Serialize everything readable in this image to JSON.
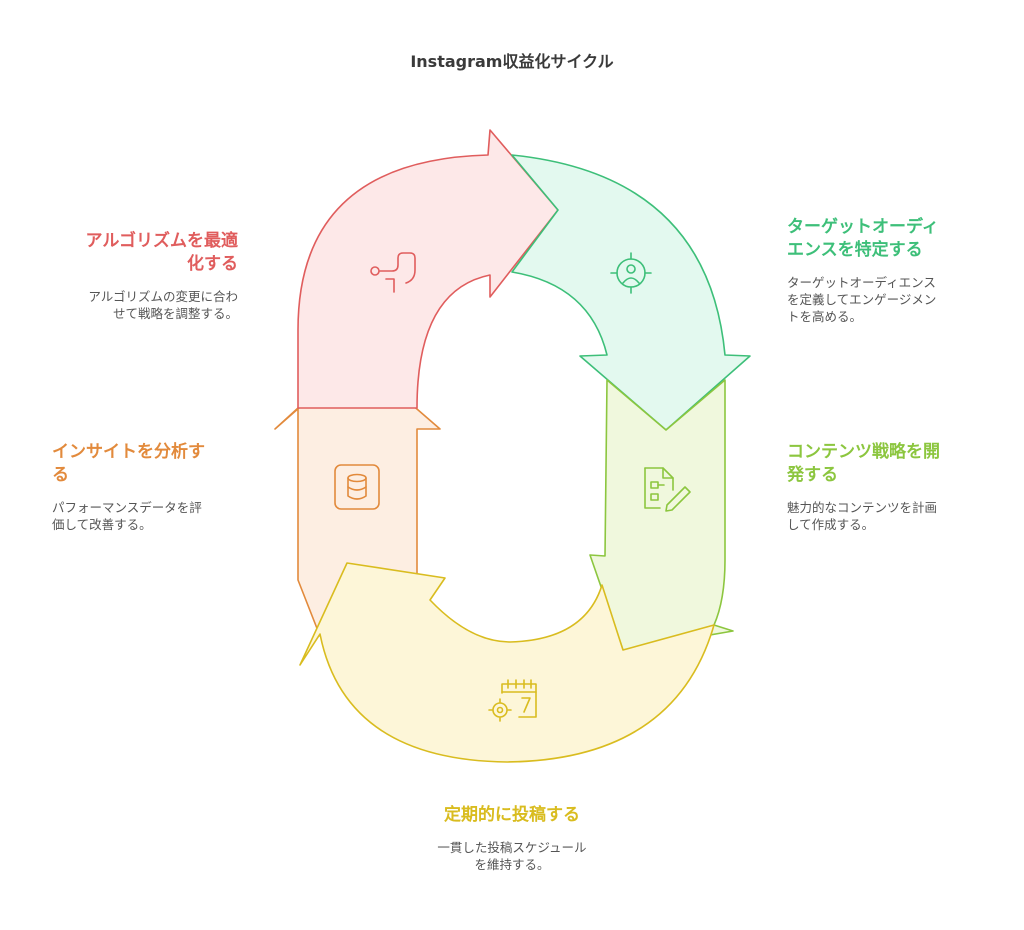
{
  "title": "Instagram収益化サイクル",
  "colors": {
    "red": "#e05d5d",
    "green": "#3dbf79",
    "lime": "#8cc63f",
    "yellow": "#d9bc1f",
    "orange": "#e28a3c"
  },
  "steps": [
    {
      "id": "optimize",
      "heading_lines": [
        "アルゴリズムを最適",
        "化する"
      ],
      "desc_lines": [
        "アルゴリズムの変更に合わ",
        "せて戦略を調整する。"
      ],
      "icon": "route-icon"
    },
    {
      "id": "target",
      "heading_lines": [
        "ターゲットオーディ",
        "エンスを特定する"
      ],
      "desc_lines": [
        "ターゲットオーディエンス",
        "を定義してエンゲージメン",
        "トを高める。"
      ],
      "icon": "target-user-icon"
    },
    {
      "id": "content",
      "heading_lines": [
        "コンテンツ戦略を開",
        "発する"
      ],
      "desc_lines": [
        "魅力的なコンテンツを計画",
        "して作成する。"
      ],
      "icon": "document-edit-icon"
    },
    {
      "id": "post",
      "heading_lines": [
        "定期的に投稿する"
      ],
      "desc_lines": [
        "一貫した投稿スケジュール",
        "を維持する。"
      ],
      "icon": "calendar-gear-icon"
    },
    {
      "id": "analyze",
      "heading_lines": [
        "インサイトを分析す",
        "る"
      ],
      "desc_lines": [
        "パフォーマンスデータを評",
        "価して改善する。"
      ],
      "icon": "database-icon"
    }
  ]
}
